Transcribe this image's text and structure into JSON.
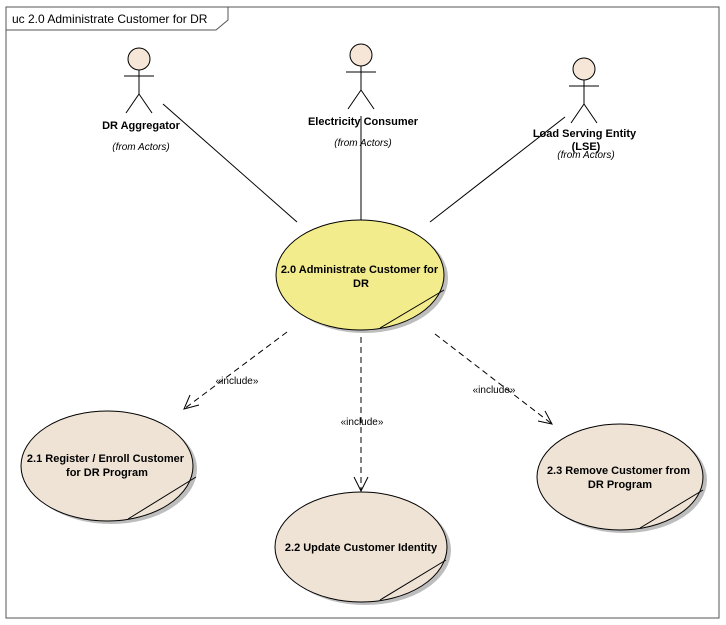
{
  "diagram": {
    "title": "uc 2.0 Administrate Customer for DR",
    "actors": [
      {
        "name_lines": [
          "DR Aggregator"
        ],
        "from": "(from Actors)"
      },
      {
        "name_lines": [
          "Electricity Consumer"
        ],
        "from": "(from Actors)"
      },
      {
        "name_lines": [
          "Load Serving Entity",
          "(LSE)"
        ],
        "from": "(from Actors)"
      }
    ],
    "use_cases": [
      {
        "label_lines": [
          "2.0 Administrate Customer for",
          "DR"
        ]
      },
      {
        "label_lines": [
          "2.1 Register / Enroll Customer",
          "for DR Program"
        ]
      },
      {
        "label_lines": [
          "2.2 Update Customer Identity"
        ]
      },
      {
        "label_lines": [
          "2.3 Remove Customer from",
          "DR Program"
        ]
      }
    ],
    "relationships": [
      {
        "stereotype": "«include»"
      },
      {
        "stereotype": "«include»"
      },
      {
        "stereotype": "«include»"
      }
    ],
    "colors": {
      "main_use_case_fill": "#f2ec8c",
      "use_case_fill": "#efe3d6",
      "actor_head_fill": "#f5e6d8"
    }
  }
}
